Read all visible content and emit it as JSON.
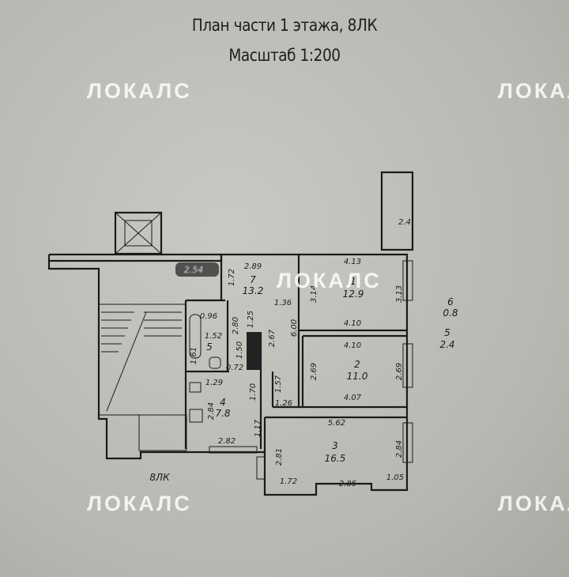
{
  "header": {
    "title": "План части 1 этажа, 8ЛК",
    "scale": "Масштаб 1:200"
  },
  "watermarks": [
    "ЛОКАЛС",
    "ЛОКАЛС",
    "ЛОКАЛС",
    "ЛОКАЛС",
    "ЛОКАЛС"
  ],
  "rooms": [
    {
      "number": "1",
      "area": "12.9"
    },
    {
      "number": "2",
      "area": "11.0"
    },
    {
      "number": "3",
      "area": "16.5"
    },
    {
      "number": "4",
      "area": "7.8"
    },
    {
      "number": "5",
      "area": ""
    },
    {
      "number": "7",
      "area": "13.2"
    },
    {
      "number": "6",
      "area": "0.8"
    },
    {
      "number": "5",
      "area": "2.4"
    }
  ],
  "entrance_label": "8ЛК",
  "dimensions": {
    "balcony": "2.4",
    "r1_top": "4.13",
    "r1_left": "3.14",
    "r1_right": "3.13",
    "r1_bottom": "4.10",
    "r2_top": "4.10",
    "r2_left": "2.69",
    "r2_right": "2.69",
    "r2_bottom": "4.07",
    "r3_top": "5.62",
    "r3_left": "2.81",
    "r3_right": "2.84",
    "r3_b1": "1.72",
    "r3_b2": "2.85",
    "r3_b3": "1.05",
    "r7_top": "2.89",
    "r7_left": "1.72",
    "hall_136": "1.36",
    "hall_600": "6.00",
    "hall_267": "2.67",
    "hall_125": "1.25",
    "hall_280": "2.80",
    "hall_150": "1.50",
    "hall_072": "0.72",
    "hall_170": "1.70",
    "hall_157": "1.57",
    "hall_126": "1.26",
    "hall_117": "1.17",
    "wc_096": "0.96",
    "bath_152": "1.52",
    "bath_161": "1.61",
    "k_129": "1.29",
    "k_284": "2.84",
    "k_282": "2.82",
    "blurred": "2.54"
  }
}
